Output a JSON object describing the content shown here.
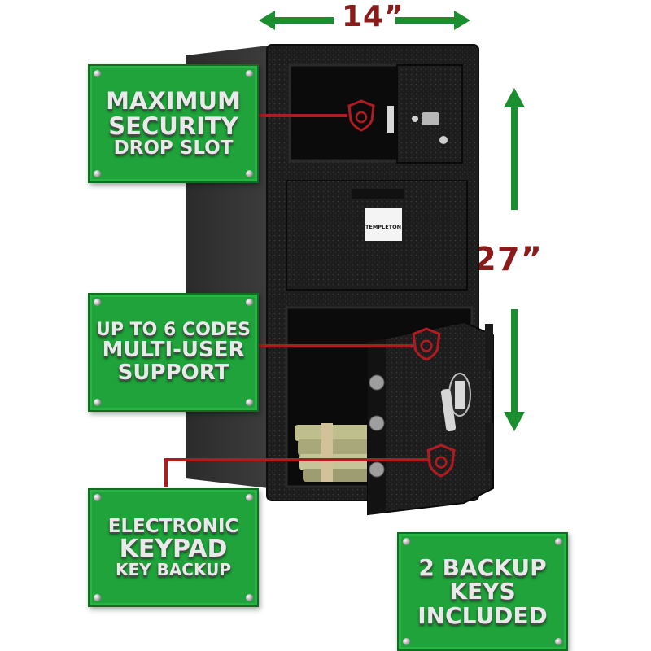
{
  "dimensions": {
    "width_label": "14”",
    "height_label": "27”"
  },
  "brand_plate": {
    "name": "TEMPLETON"
  },
  "plaques": {
    "drop_slot": [
      "MAXIMUM",
      "SECURITY",
      "DROP SLOT"
    ],
    "codes": [
      "UP TO 6 CODES",
      "MULTI-USER",
      "SUPPORT"
    ],
    "keypad": [
      "ELECTRONIC",
      "KEYPAD",
      "KEY BACKUP"
    ],
    "keys": [
      "2 BACKUP",
      "KEYS",
      "INCLUDED"
    ]
  },
  "colors": {
    "plaque_green": "#1fa33a",
    "arrow_green": "#1b8f2f",
    "dimension_red": "#8b1a1a",
    "callout_red": "#b01b22",
    "safe_body": "#1c1c1c"
  },
  "icons": [
    "shield-lock-icon",
    "arrow-double-horizontal-icon",
    "arrow-up-icon",
    "arrow-down-icon"
  ]
}
